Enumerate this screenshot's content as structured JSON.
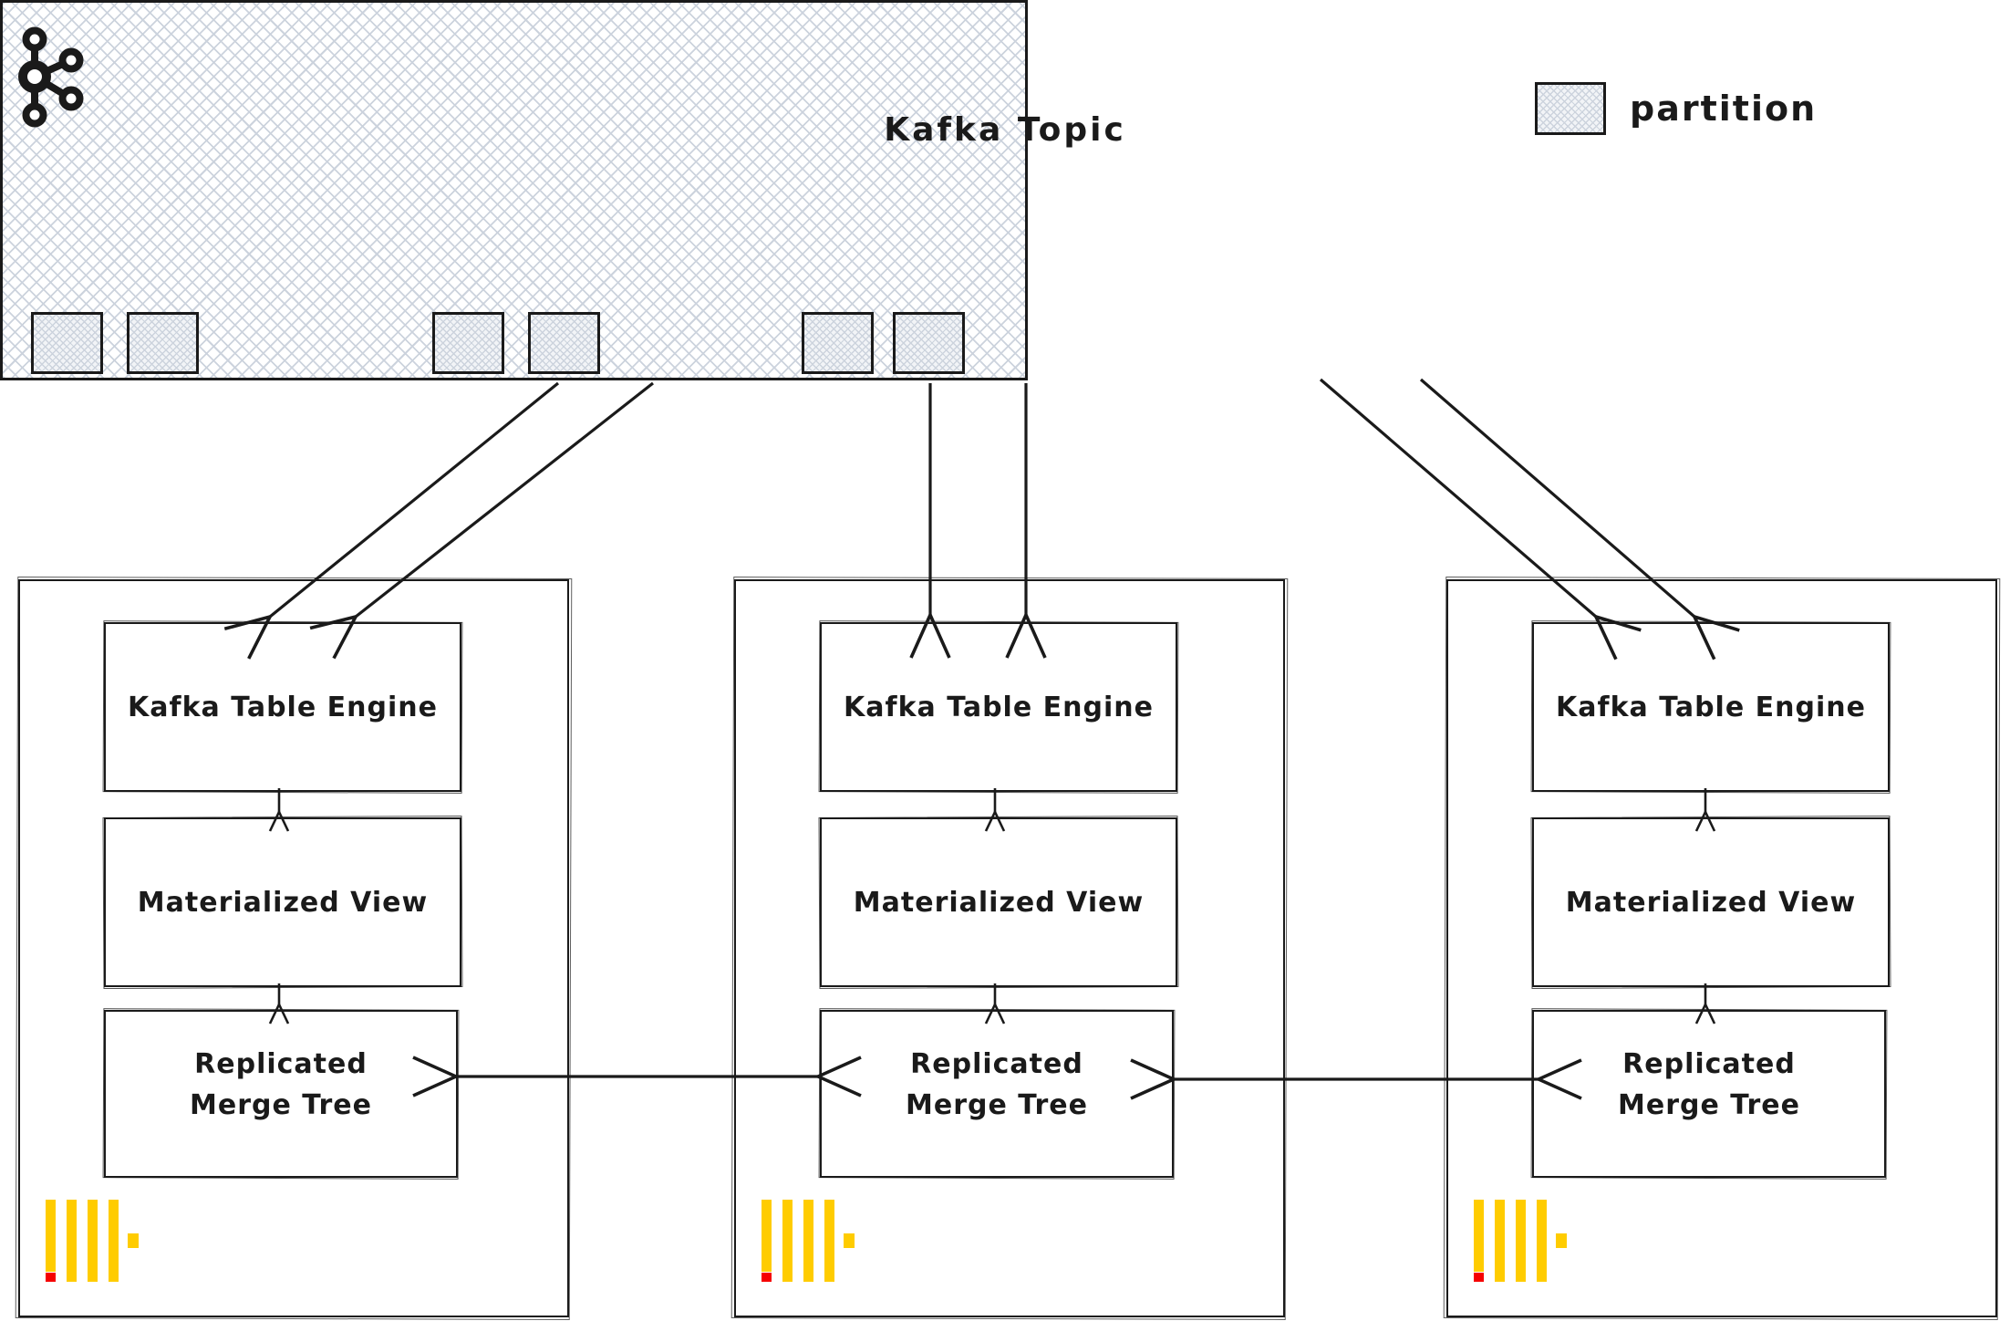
{
  "colors": {
    "ink": "#1a1a1a",
    "hatch": "#ccd3dd",
    "ch-yellow": "#ffcc00",
    "ch-red": "#f50000"
  },
  "kafka_topic": {
    "title": "Kafka Topic",
    "icon": "kafka-logo-icon",
    "partition_count": 6
  },
  "legend": {
    "swatch_icon": "partition-swatch",
    "label": "partition"
  },
  "nodes": [
    {
      "icon": "clickhouse-logo-icon",
      "kafka_table_engine": "Kafka Table Engine",
      "materialized_view": "Materialized View",
      "replicated_merge_tree": [
        "Replicated",
        "Merge Tree"
      ]
    },
    {
      "icon": "clickhouse-logo-icon",
      "kafka_table_engine": "Kafka Table Engine",
      "materialized_view": "Materialized View",
      "replicated_merge_tree": [
        "Replicated",
        "Merge Tree"
      ]
    },
    {
      "icon": "clickhouse-logo-icon",
      "kafka_table_engine": "Kafka Table Engine",
      "materialized_view": "Materialized View",
      "replicated_merge_tree": [
        "Replicated",
        "Merge Tree"
      ]
    }
  ]
}
